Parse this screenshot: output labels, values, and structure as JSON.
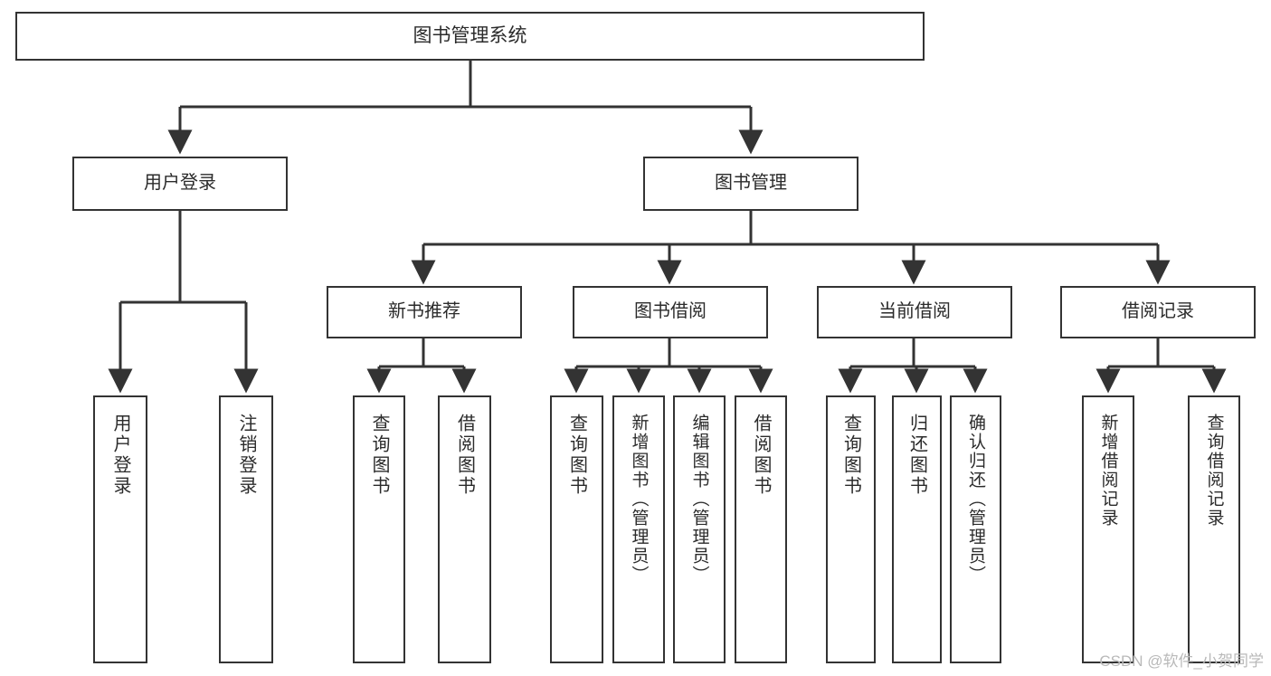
{
  "diagram": {
    "type": "tree-hierarchy",
    "title": "图书管理系统",
    "watermark": "CSDN @软件_小贺同学",
    "colors": {
      "background": "#ffffff",
      "box_border": "#333333",
      "box_fill": "#ffffff",
      "text": "#2b2b2b",
      "connector": "#333333",
      "watermark": "#b9b9b9"
    },
    "levels": {
      "root": {
        "label": "图书管理系统"
      },
      "level1": [
        {
          "label": "用户登录"
        },
        {
          "label": "图书管理"
        }
      ],
      "level2": [
        {
          "label": "新书推荐"
        },
        {
          "label": "图书借阅"
        },
        {
          "label": "当前借阅"
        },
        {
          "label": "借阅记录"
        }
      ],
      "leaves": [
        {
          "label": "用户登录",
          "parent": "用户登录"
        },
        {
          "label": "注销登录",
          "parent": "用户登录"
        },
        {
          "label": "查询图书",
          "parent": "新书推荐"
        },
        {
          "label": "借阅图书",
          "parent": "新书推荐"
        },
        {
          "label": "查询图书",
          "parent": "图书借阅"
        },
        {
          "label": "新增图书（管理员）",
          "parent": "图书借阅"
        },
        {
          "label": "编辑图书（管理员）",
          "parent": "图书借阅"
        },
        {
          "label": "借阅图书",
          "parent": "图书借阅"
        },
        {
          "label": "查询图书",
          "parent": "当前借阅"
        },
        {
          "label": "归还图书",
          "parent": "当前借阅"
        },
        {
          "label": "确认归还（管理员）",
          "parent": "当前借阅"
        },
        {
          "label": "新增借阅记录",
          "parent": "借阅记录"
        },
        {
          "label": "查询借阅记录",
          "parent": "借阅记录"
        }
      ]
    }
  }
}
